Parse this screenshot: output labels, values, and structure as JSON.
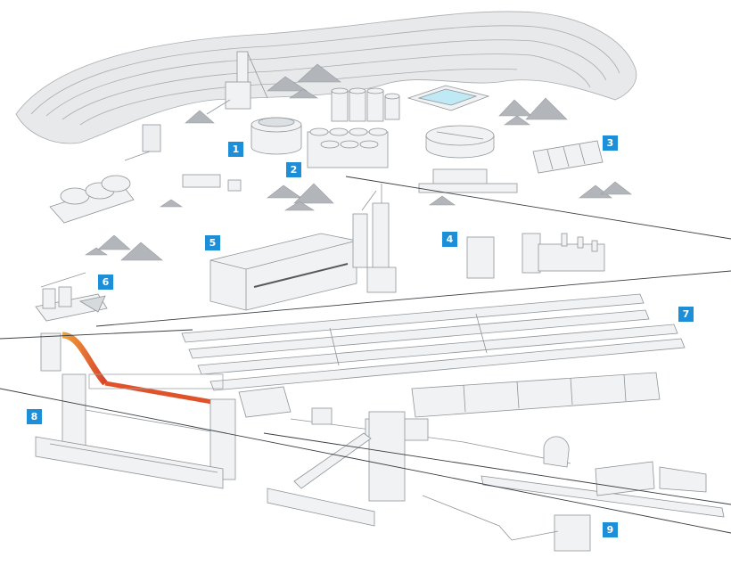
{
  "markers": [
    {
      "label": "1"
    },
    {
      "label": "2"
    },
    {
      "label": "3"
    },
    {
      "label": "4"
    },
    {
      "label": "5"
    },
    {
      "label": "6"
    },
    {
      "label": "7"
    },
    {
      "label": "8"
    },
    {
      "label": "9"
    }
  ],
  "colors": {
    "marker": "#1d8fd8",
    "structure": "#f1f2f3",
    "outline": "#9ea3a8",
    "ore": "#b2b6ba",
    "hot_metal": "#e0532a",
    "water": "#bfe9f5"
  }
}
